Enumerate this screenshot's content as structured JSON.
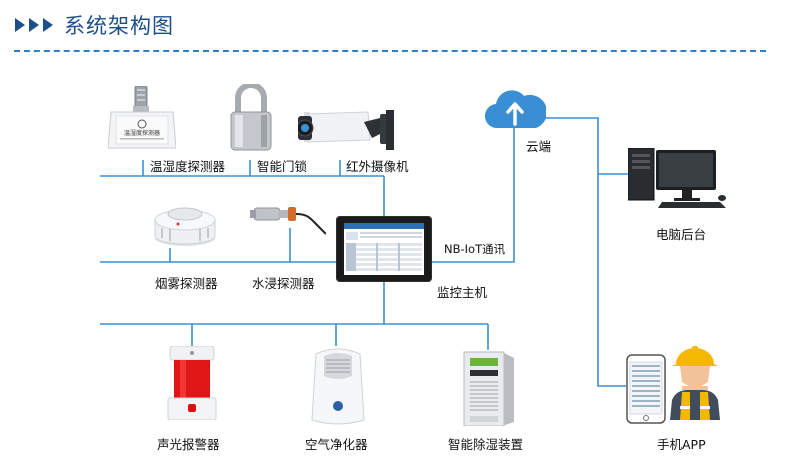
{
  "header": {
    "title": "系统架构图"
  },
  "devices": {
    "temp_humidity": {
      "label": "温湿度探测器",
      "plate_text": "温湿度探测器"
    },
    "smart_lock": {
      "label": "智能门锁"
    },
    "ir_camera": {
      "label": "红外摄像机"
    },
    "smoke_detector": {
      "label": "烟雾探测器"
    },
    "water_detector": {
      "label": "水浸探测器"
    },
    "monitor_host": {
      "label": "监控主机"
    },
    "sound_light_alarm": {
      "label": "声光报警器"
    },
    "air_purifier": {
      "label": "空气净化器"
    },
    "dehumidifier": {
      "label": "智能除湿装置"
    },
    "cloud": {
      "label": "云端"
    },
    "pc_backend": {
      "label": "电脑后台"
    },
    "mobile_app": {
      "label": "手机APP"
    }
  },
  "link": {
    "nb_iot": "NB-IoT通讯"
  },
  "colors": {
    "title": "#1c4f8a",
    "arrows": "#1c4f8a",
    "line": "#3a8fd4",
    "cloud": "#3a8fd4"
  }
}
